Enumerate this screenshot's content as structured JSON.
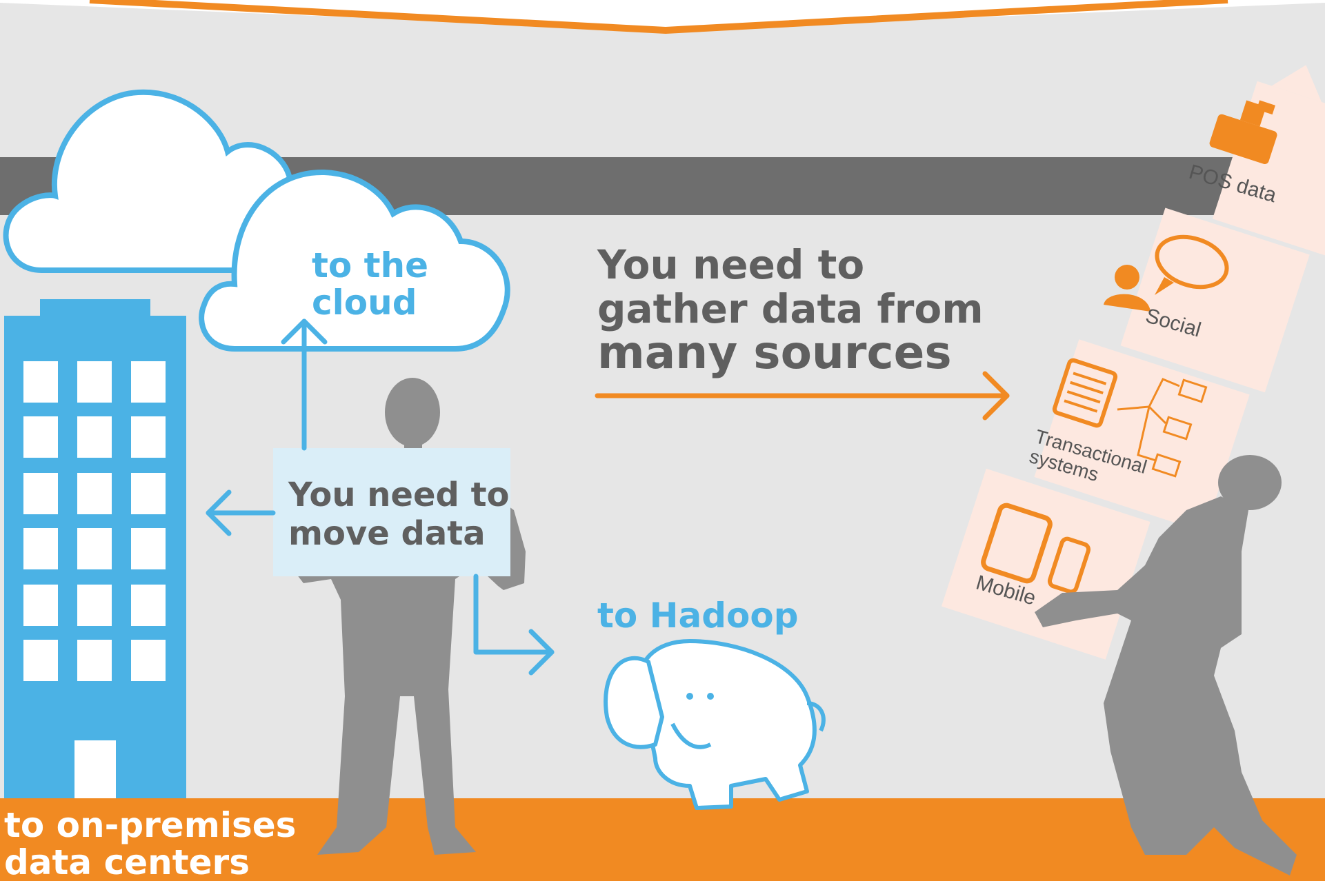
{
  "cloud_label": {
    "line1": "to the",
    "line2": "cloud"
  },
  "move_label": {
    "line1": "You need to",
    "line2": "move data"
  },
  "gather_label": {
    "line1": "You need to",
    "line2": "gather data from",
    "line3": "many sources"
  },
  "hadoop_label": "to Hadoop",
  "onprem_label": {
    "line1": "to on-premises",
    "line2": "data centers"
  },
  "sources": {
    "pos": "POS data",
    "social": "Social",
    "transactional": {
      "line1": "Transactional",
      "line2": "systems"
    },
    "mobile": "Mobile"
  },
  "colors": {
    "background": "#e6e6e6",
    "accent_orange": "#f18a22",
    "accent_blue": "#4bb2e5",
    "silhouette_grey": "#8f8f8f",
    "band_grey": "#6e6e6e",
    "box_peach": "#fde8e0"
  },
  "icons": [
    "cloud-icon",
    "building-icon",
    "person-silhouette-icon",
    "elephant-icon",
    "cash-register-icon",
    "speech-bubble-icon",
    "server-icon",
    "laptop-icon",
    "tablet-icon",
    "phone-icon"
  ]
}
